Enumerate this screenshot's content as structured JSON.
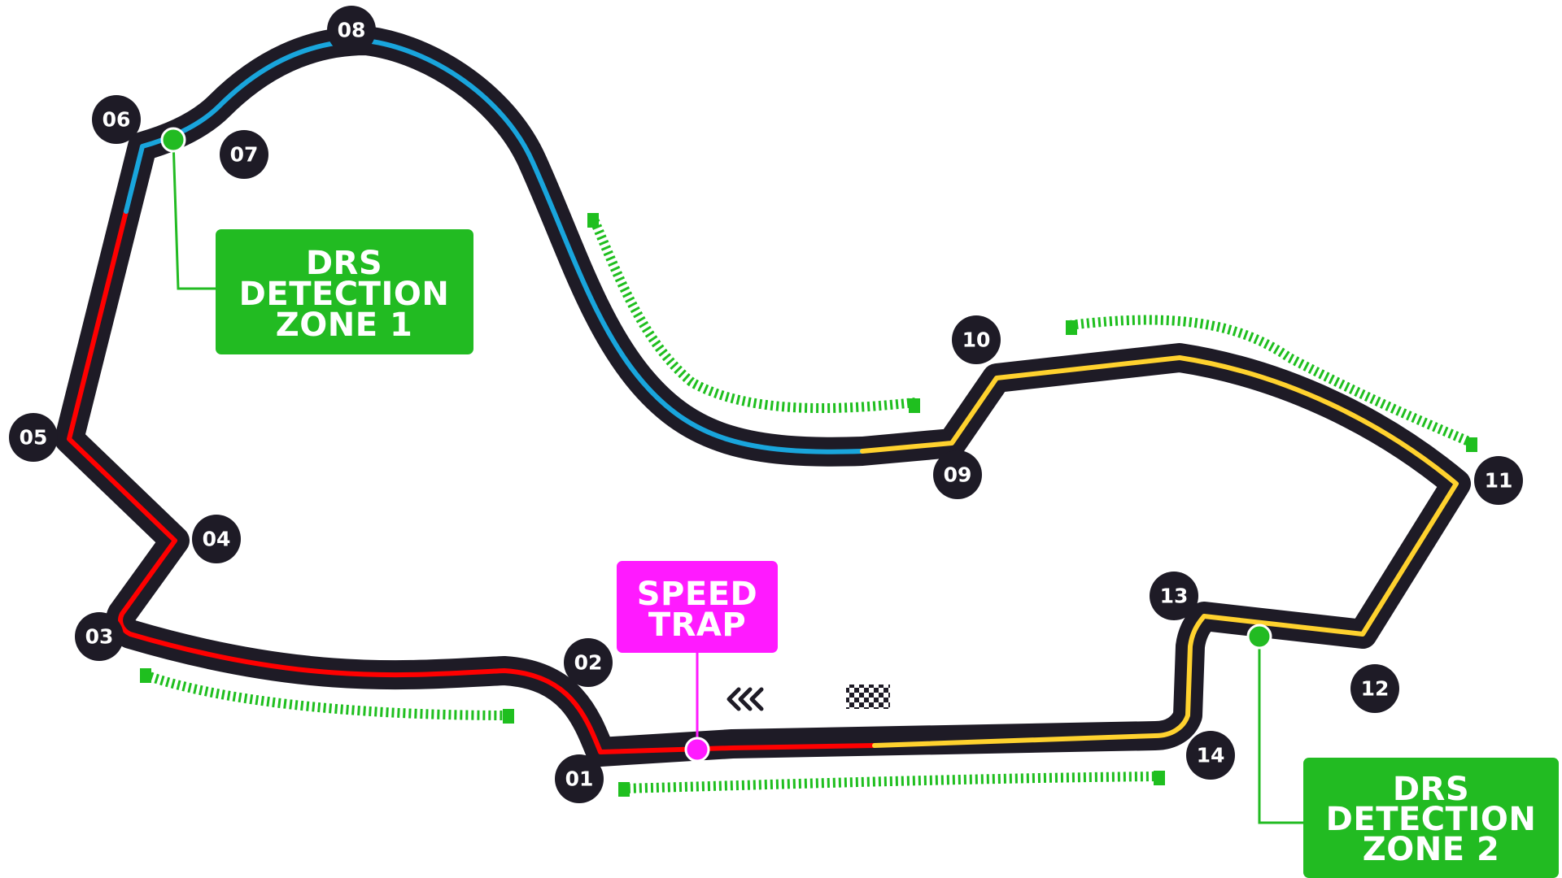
{
  "colors": {
    "track": "#1e1b26",
    "sector1": "#ff0000",
    "sector2": "#19a5dc",
    "sector3": "#ffd22e",
    "drs_zone": "#1fbf1f",
    "drs_box": "#22bb22",
    "speed_trap": "#ff1aff"
  },
  "turns": [
    "01",
    "02",
    "03",
    "04",
    "05",
    "06",
    "07",
    "08",
    "09",
    "10",
    "11",
    "12",
    "13",
    "14"
  ],
  "drs_detection_1": {
    "lines": [
      "DRS",
      "DETECTION",
      "ZONE 1"
    ]
  },
  "drs_detection_2": {
    "lines": [
      "DRS",
      "DETECTION",
      "ZONE 2"
    ]
  },
  "speed_trap": {
    "lines": [
      "SPEED",
      "TRAP"
    ]
  },
  "icons": {
    "start_finish": "checkered-flag-icon",
    "direction": "chevrons-left-icon"
  }
}
